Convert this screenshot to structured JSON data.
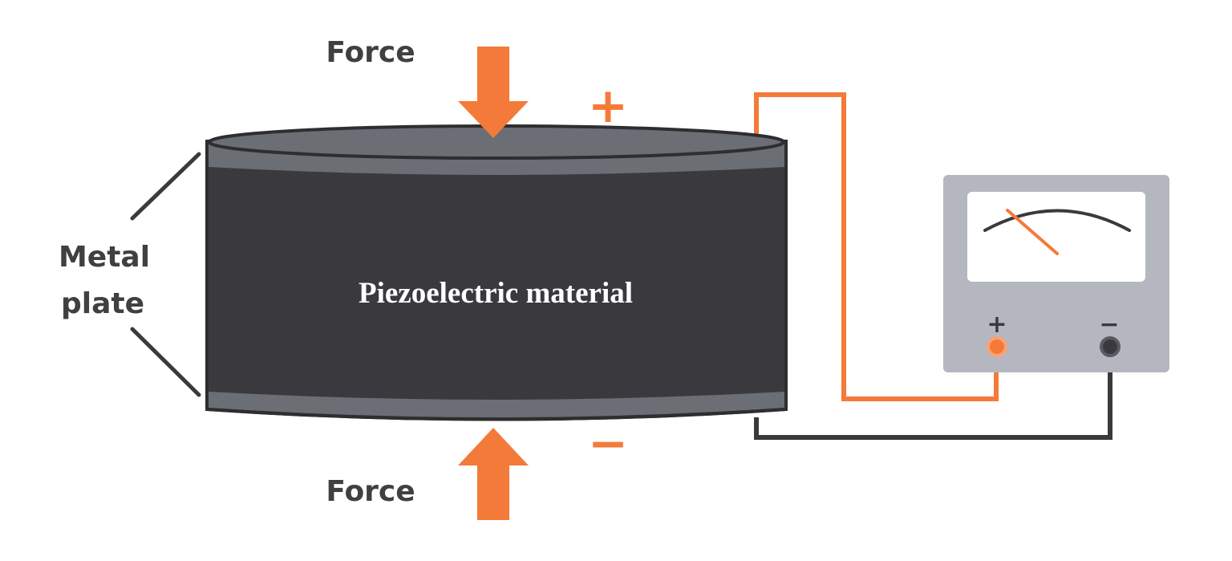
{
  "labels": {
    "force_top": "Force",
    "force_bottom": "Force",
    "metal_plate_line1": "Metal",
    "metal_plate_line2": "plate",
    "material": "Piezoelectric material",
    "plus_top": "+",
    "minus_bottom": "−",
    "meter_plus": "+",
    "meter_minus": "−"
  },
  "colors": {
    "accent_orange": "#f47a3a",
    "cylinder_body": "#3a3a3e",
    "metal_plate": "#6b6e75",
    "meter_case": "#b4b7c0",
    "meter_face": "#ffffff",
    "wire_negative": "#3a3a3e",
    "label_text": "#404040"
  }
}
